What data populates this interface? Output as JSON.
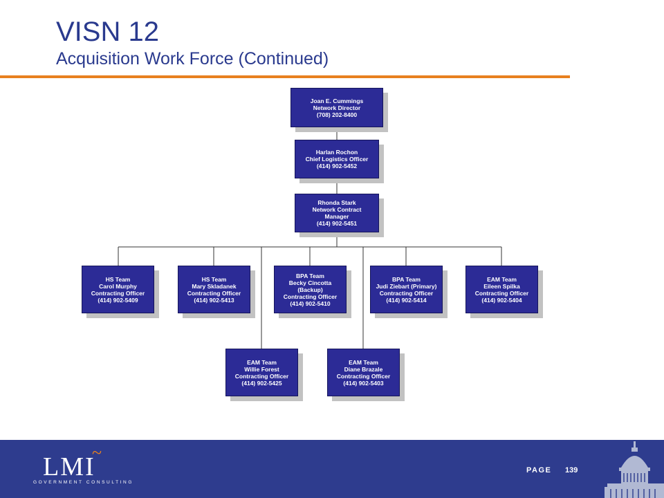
{
  "header": {
    "title": "VISN 12",
    "subtitle": "Acquisition Work Force (Continued)"
  },
  "org_chart": {
    "director": {
      "lines": [
        "Joan E. Cummings",
        "Network Director",
        "(708) 202-8400"
      ]
    },
    "logistics": {
      "lines": [
        "Harlan Rochon",
        "Chief Logistics Officer",
        "(414) 902-5452"
      ]
    },
    "manager": {
      "lines": [
        "Rhonda Stark",
        "Network Contract",
        "Manager",
        "(414) 902-5451"
      ]
    },
    "teams": [
      {
        "lines": [
          "HS Team",
          "Carol Murphy",
          "Contracting Officer",
          "(414) 902-5409"
        ]
      },
      {
        "lines": [
          "HS Team",
          "Mary Skladanek",
          "Contracting Officer",
          "(414) 902-5413"
        ]
      },
      {
        "lines": [
          "BPA Team",
          "Becky Cincotta",
          "(Backup)",
          "Contracting Officer",
          "(414) 902-5410"
        ]
      },
      {
        "lines": [
          "BPA Team",
          "Judi Ziebart (Primary)",
          "Contracting Officer",
          "(414) 902-5414"
        ]
      },
      {
        "lines": [
          "EAM Team",
          "Eileen Spilka",
          "Contracting Officer",
          "(414) 902-5404"
        ]
      },
      {
        "lines": [
          "EAM Team",
          "Willie Forest",
          "Contracting Officer",
          "(414) 902-5425"
        ]
      },
      {
        "lines": [
          "EAM Team",
          "Diane Brazale",
          "Contracting Officer",
          "(414) 902-5403"
        ]
      }
    ]
  },
  "footer": {
    "logo_text": "LMI",
    "logo_tagline": "GOVERNMENT CONSULTING",
    "page_label": "PAGE",
    "page_number": "139"
  },
  "colors": {
    "title": "#2a3a8e",
    "accent_rule": "#e8801e",
    "node_fill": "#2c2b96",
    "footer_band": "#2e3c8e"
  },
  "icons": [
    "capitol-dome-icon"
  ]
}
